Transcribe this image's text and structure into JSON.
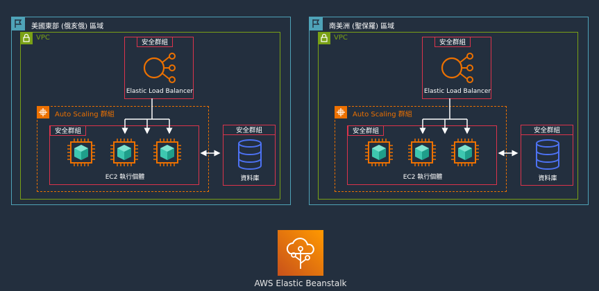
{
  "regions": [
    {
      "title": "美國東部 (俄亥俄) 區域",
      "vpc_label": "VPC",
      "elb_sg_label": "安全群組",
      "elb_label": "Elastic Load Balancer",
      "asg_label": "Auto Scaling 群組",
      "ec2_sg_label": "安全群組",
      "ec2_label": "EC2 執行個體",
      "db_sg_label": "安全群組",
      "db_label": "資料庫"
    },
    {
      "title": "南美洲 (聖保羅) 區域",
      "vpc_label": "VPC",
      "elb_sg_label": "安全群組",
      "elb_label": "Elastic Load Balancer",
      "asg_label": "Auto Scaling 群組",
      "ec2_sg_label": "安全群組",
      "ec2_label": "EC2 執行個體",
      "db_sg_label": "安全群組",
      "db_label": "資料庫"
    }
  ],
  "service": {
    "label": "AWS Elastic Beanstalk",
    "icon": "elastic-beanstalk-icon"
  },
  "colors": {
    "background": "#232f3e",
    "region": "#4fa3b8",
    "vpc": "#7aa116",
    "auto_scaling": "#ed7100",
    "security_group": "#dd344c",
    "database": "#4d72f3",
    "ec2_chip": "#ed7100",
    "ec2_cube": "#3ec7b0"
  }
}
